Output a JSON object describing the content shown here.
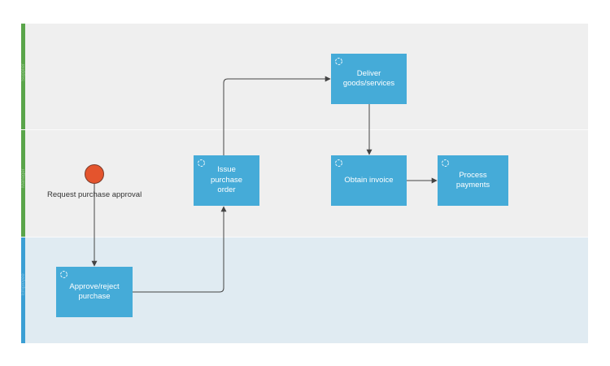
{
  "colors": {
    "lane_top_bg": "#efefef",
    "lane_mid_bg": "#efefef",
    "lane_bottom_bg": "#e0ebf2",
    "lane_top_bar": "#5aa54a",
    "lane_mid_bar": "#5aa54a",
    "lane_bottom_bar": "#3b9fd4",
    "task_fill": "#45abd8",
    "event_fill": "#e4542d",
    "edge": "#444444"
  },
  "lanes": [
    {
      "label": "Supplier"
    },
    {
      "label": "Manager"
    },
    {
      "label": "Employee"
    }
  ],
  "start_event": {
    "label": "Request purchase approval",
    "icon": "start-event-circle"
  },
  "tasks": {
    "approve": {
      "label": "Approve/reject purchase",
      "icon": "loop-icon"
    },
    "issue": {
      "label": "Issue purchase order",
      "icon": "loop-icon"
    },
    "deliver": {
      "label": "Deliver goods/services",
      "icon": "loop-icon"
    },
    "invoice": {
      "label": "Obtain invoice",
      "icon": "loop-icon"
    },
    "pay": {
      "label": "Process payments",
      "icon": "loop-icon"
    }
  },
  "flows": [
    {
      "from": "start_event",
      "to": "approve"
    },
    {
      "from": "approve",
      "to": "issue"
    },
    {
      "from": "issue",
      "to": "deliver"
    },
    {
      "from": "deliver",
      "to": "invoice"
    },
    {
      "from": "invoice",
      "to": "pay"
    }
  ]
}
